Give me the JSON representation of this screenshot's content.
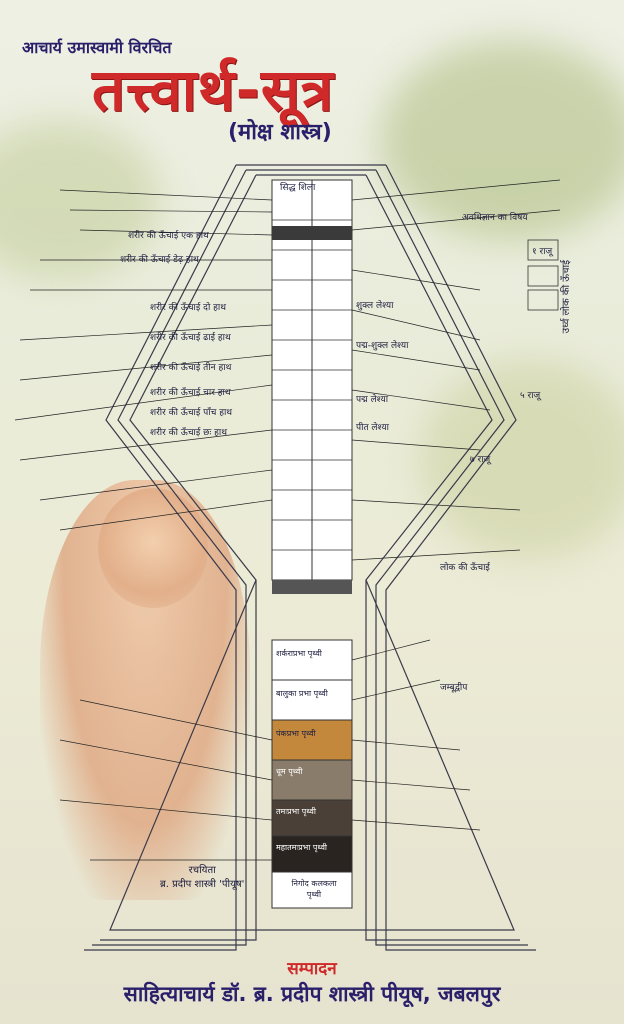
{
  "cover": {
    "top_credit": "आचार्य उमास्वामी विरचित",
    "title": "तत्त्वार्थ-सूत्र",
    "subtitle": "(मोक्ष शास्त्र)",
    "author_credit": "रचयिता\nब्र. प्रदीप शास्त्री 'पीयूष'",
    "editor_heading": "सम्पादन",
    "editor_name": "साहित्याचार्य डॉ. ब्र. प्रदीप शास्त्री पीयूष, जबलपुर"
  },
  "diagram": {
    "top_label": "सिद्ध शिला",
    "right_vertical_note": "उर्ध्व लोक की ऊँचाई",
    "hell_levels": [
      "शर्कराप्रभा पृथ्वी",
      "बालुका प्रभा पृथ्वी",
      "पंकप्रभा पृथ्वी",
      "धूम पृथ्वी",
      "तमःप्रभा पृथ्वी",
      "महातमःप्रभा पृथ्वी",
      "निगोद कलकला पृथ्वी"
    ],
    "hell_colors": [
      "#ffffff",
      "#ffffff",
      "#c4883c",
      "#8a7c6a",
      "#4b4038",
      "#2a2420",
      "#ffffff"
    ],
    "heaven_labels": [
      "शुक्ल लेश्या",
      "पद्म-शुक्ल लेश्या",
      "पद्म लेश्या",
      "पीत लेश्या"
    ],
    "left_labels": [
      "शरीर की ऊँचाई एक हाथ",
      "शरीर की ऊँचाई डेढ़ हाथ",
      "शरीर की ऊँचाई दो हाथ",
      "शरीर की ऊँचाई ढाई हाथ",
      "शरीर की ऊँचाई तीन हाथ",
      "शरीर की ऊँचाई चार हाथ",
      "शरीर की ऊँचाई पाँच हाथ",
      "शरीर की ऊँचाई छः हाथ"
    ],
    "right_labels": [
      "अवधिज्ञान का विषय",
      "१ राजू",
      "५ राजू",
      "७ राजू",
      "लोक की ऊँचाई",
      "जम्बूद्वीप"
    ]
  }
}
